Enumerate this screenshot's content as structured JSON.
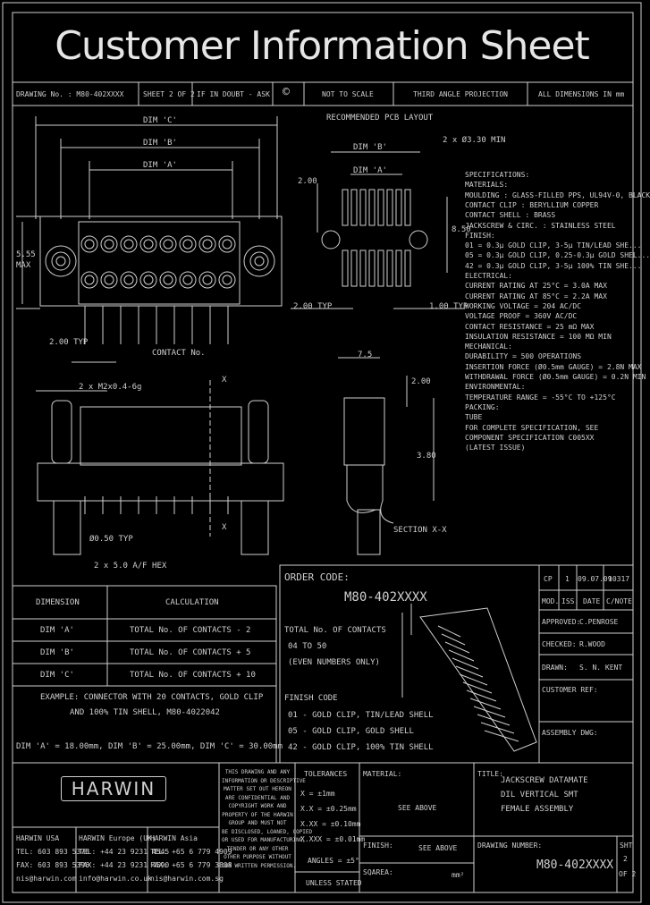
{
  "header": {
    "title": "Customer Information Sheet",
    "drawing_no": "DRAWING No. : M80-402XXXX",
    "sheet": "SHEET 2 OF 2",
    "if_in_doubt": "IF IN DOUBT - ASK",
    "copyright": "©",
    "not_to_scale": "NOT TO SCALE",
    "projection": "THIRD ANGLE PROJECTION",
    "units": "ALL DIMENSIONS IN mm"
  },
  "drawing": {
    "dim_c": "DIM 'C'",
    "dim_b": "DIM 'B'",
    "dim_a": "DIM 'A'",
    "height": "5.55",
    "max": "MAX",
    "pitch_typ": "2.00 TYP",
    "contact_no": "CONTACT No.",
    "m2": "2 x M2x0.4-6g",
    "x": "X",
    "pin_dia": "Ø0.50 TYP",
    "hex": "2 x 5.0 A/F HEX",
    "pcb_title": "RECOMMENDED PCB LAYOUT",
    "hole_dia": "2 x Ø3.30 MIN",
    "pcb_200": "2.00",
    "pcb_850": "8.50",
    "pcb_200typ": "2.00 TYP",
    "pcb_100typ": "1.00 TYP",
    "sec_75": "7.5",
    "sec_200": "2.00",
    "sec_380": "3.80",
    "section": "SECTION X-X"
  },
  "specs": [
    "SPECIFICATIONS:",
    "MATERIALS:",
    "  MOULDING : GLASS-FILLED PPS, UL94V-0, BLACK",
    "  CONTACT CLIP : BERYLLIUM COPPER",
    "  CONTACT SHELL : BRASS",
    "  JACKSCREW & CIRC. : STAINLESS STEEL",
    "FINISH:",
    "  01 = 0.3μ GOLD CLIP, 3-5μ TIN/LEAD SHE...",
    "  05 = 0.3μ GOLD CLIP, 0.25-0.3μ GOLD SHEL...",
    "  42 = 0.3μ GOLD CLIP, 3-5μ 100% TIN SHE...",
    "ELECTRICAL:",
    "  CURRENT RATING AT 25°C = 3.0A MAX",
    "  CURRENT RATING AT 85°C = 2.2A MAX",
    "  WORKING VOLTAGE = 204 AC/DC",
    "  VOLTAGE PROOF = 360V AC/DC",
    "  CONTACT RESISTANCE = 25 mΩ MAX",
    "  INSULATION RESISTANCE = 100 MΩ MIN",
    "MECHANICAL:",
    "  DURABILITY = 500 OPERATIONS",
    "  INSERTION FORCE (Ø0.5mm GAUGE) = 2.8N MAX",
    "  WITHDRAWAL FORCE (Ø0.5mm GAUGE) = 0.2N MIN",
    "ENVIRONMENTAL:",
    "  TEMPERATURE RANGE = -55°C TO +125°C",
    "PACKING:",
    "  TUBE",
    "FOR COMPLETE SPECIFICATION, SEE",
    "COMPONENT SPECIFICATION C005XX",
    "(LATEST ISSUE)"
  ],
  "dim_table": {
    "headers": [
      "DIMENSION",
      "CALCULATION"
    ],
    "rows": [
      [
        "DIM 'A'",
        "TOTAL No. OF CONTACTS - 2"
      ],
      [
        "DIM 'B'",
        "TOTAL No. OF CONTACTS + 5"
      ],
      [
        "DIM 'C'",
        "TOTAL No. OF CONTACTS + 10"
      ]
    ],
    "example1": "EXAMPLE: CONNECTOR WITH 20 CONTACTS, GOLD CLIP",
    "example2": "AND 100% TIN SHELL, M80-4022042",
    "example3": "DIM 'A' = 18.00mm, DIM 'B' = 25.00mm, DIM 'C' = 30.00mm"
  },
  "order": {
    "label": "ORDER CODE:",
    "code": "M80-402XXXX",
    "total_contacts": "TOTAL No. OF CONTACTS",
    "range": "04 TO 50",
    "even": "(EVEN NUMBERS ONLY)",
    "finish_code": "FINISH CODE",
    "f1": "01 - GOLD CLIP, TIN/LEAD SHELL",
    "f2": "05 - GOLD CLIP, GOLD SHELL",
    "f3": "42 - GOLD CLIP, 100% TIN SHELL"
  },
  "revision": {
    "cp": "CP",
    "num": "1",
    "date": "09.07.09",
    "cn": "10317",
    "h_mod": "MOD.",
    "h_iss": "ISS.",
    "h_date": "DATE",
    "h_cn": "C/NOTE",
    "approved_l": "APPROVED:",
    "approved_v": "C.PENROSE",
    "checked_l": "CHECKED:",
    "checked_v": "R.WOOD",
    "drawn_l": "DRAWN:",
    "drawn_v": "S. N. KENT",
    "customer_ref": "CUSTOMER REF:",
    "assembly_dwg": "ASSEMBLY DWG:"
  },
  "footer": {
    "logo": "HARWIN",
    "usa": [
      "HARWIN USA",
      "TEL: 603 893 5376",
      "FAX: 603 893 5396",
      "nis@harwin.com"
    ],
    "europe": [
      "HARWIN Europe (UK)",
      "TEL: +44 23 9231 4545",
      "FAX: +44 23 9231 4590",
      "info@harwin.co.uk"
    ],
    "asia": [
      "HARWIN Asia",
      "TEL: +65 6 779 4909",
      "FAX: +65 6 779 3808",
      "nis@harwin.com.sg"
    ],
    "notice": [
      "THIS DRAWING AND ANY",
      "INFORMATION OR DESCRIPTIVE",
      "MATTER SET OUT HEREON",
      "ARE CONFIDENTIAL AND",
      "COPYRIGHT WORK AND",
      "PROPERTY OF THE HARWIN",
      "GROUP AND MUST NOT",
      "BE DISCLOSED, LOANED, COPIED",
      "OR USED FOR MANUFACTURING,",
      "TENDER OR ANY OTHER",
      "OTHER PURPOSE WITHOUT",
      "OUR WRITTEN PERMISSION."
    ],
    "tol_title": "TOLERANCES",
    "tol": [
      "X = ±1mm",
      "X.X = ±0.25mm",
      "X.XX = ±0.10mm",
      "X.XXX = ±0.01mm"
    ],
    "angles": "ANGLES = ±5°",
    "unless": "UNLESS STATED",
    "material_l": "MATERIAL:",
    "material_v": "SEE ABOVE",
    "finish_l": "FINISH:",
    "finish_v": "SEE ABOVE",
    "sqarea_l": "SQAREA:",
    "sqarea_v": "mm²",
    "title_l": "TITLE:",
    "title_lines": [
      "JACKSCREW DATAMATE",
      "DIL VERTICAL SMT",
      "FEMALE ASSEMBLY"
    ],
    "dwg_l": "DRAWING NUMBER:",
    "dwg_v": "M80-402XXXX",
    "sht_l": "SHT",
    "sht_v": "2",
    "of_v": "OF 2"
  }
}
